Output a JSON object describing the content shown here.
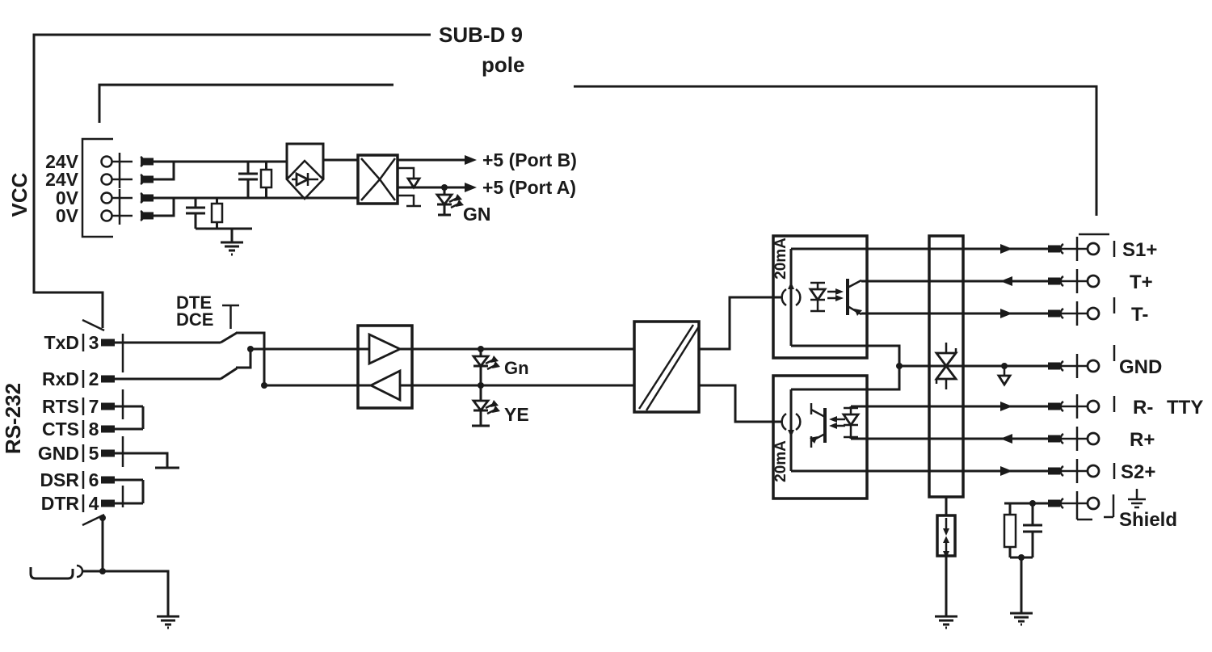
{
  "diagram": {
    "title": {
      "line1": "SUB-D 9",
      "line2": "pole"
    },
    "power": {
      "section_label": "VCC",
      "terminals": [
        "24V",
        "24V",
        "0V",
        "0V"
      ],
      "outputs": [
        "+5 (Port B)",
        "+5 (Port A)"
      ],
      "led": "GN"
    },
    "serial": {
      "section_label": "RS-232",
      "switch_labels": [
        "DTE",
        "DCE"
      ],
      "pins": [
        {
          "name": "TxD",
          "num": "3"
        },
        {
          "name": "RxD",
          "num": "2"
        },
        {
          "name": "RTS",
          "num": "7"
        },
        {
          "name": "CTS",
          "num": "8"
        },
        {
          "name": "GND",
          "num": "5"
        },
        {
          "name": "DSR",
          "num": "6"
        },
        {
          "name": "DTR",
          "num": "4"
        }
      ],
      "leds": [
        "Gn",
        "YE"
      ]
    },
    "tty": {
      "group_label": "TTY",
      "current_labels": [
        "20mA",
        "20mA"
      ],
      "terminals": [
        "S1+",
        "T+",
        "T-",
        "GND",
        "R-",
        "R+",
        "S2+",
        "Shield"
      ]
    }
  },
  "colors": {
    "ink": "#1a1a1a",
    "background": "#ffffff"
  }
}
